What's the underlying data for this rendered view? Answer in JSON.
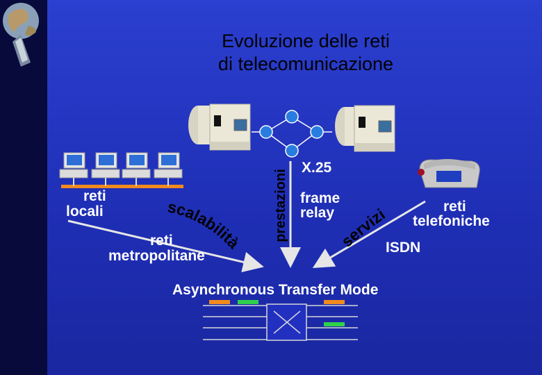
{
  "title": {
    "line1": "Evoluzione delle reti",
    "line2": "di telecomunicazione"
  },
  "labels": {
    "reti_locali_1": "reti",
    "reti_locali_2": "locali",
    "reti_metropolitane_1": "reti",
    "reti_metropolitane_2": "metropolitane",
    "x25": "X.25",
    "frame_relay_1": "frame",
    "frame_relay_2": "relay",
    "reti_telefoniche_1": "reti",
    "reti_telefoniche_2": "telefoniche",
    "isdn": "ISDN",
    "atm": "Asynchronous Transfer Mode"
  },
  "axis_words": {
    "prestazioni": "prestazioni",
    "scalabilita": "scalabilità",
    "servizi": "servizi"
  },
  "icons": {
    "logo": "globe-logo-icon",
    "phone": "telephone-icon",
    "computer": "computer-icon",
    "server": "server-icon",
    "switch": "atm-switch-icon"
  },
  "colors": {
    "background": "#2230c0",
    "sidebar": "#070a3a",
    "arrow": "#e0e0e0",
    "cell_orange": "#f28a1e",
    "cell_green": "#2fd14a",
    "lan_bus": "#f28a1e"
  }
}
